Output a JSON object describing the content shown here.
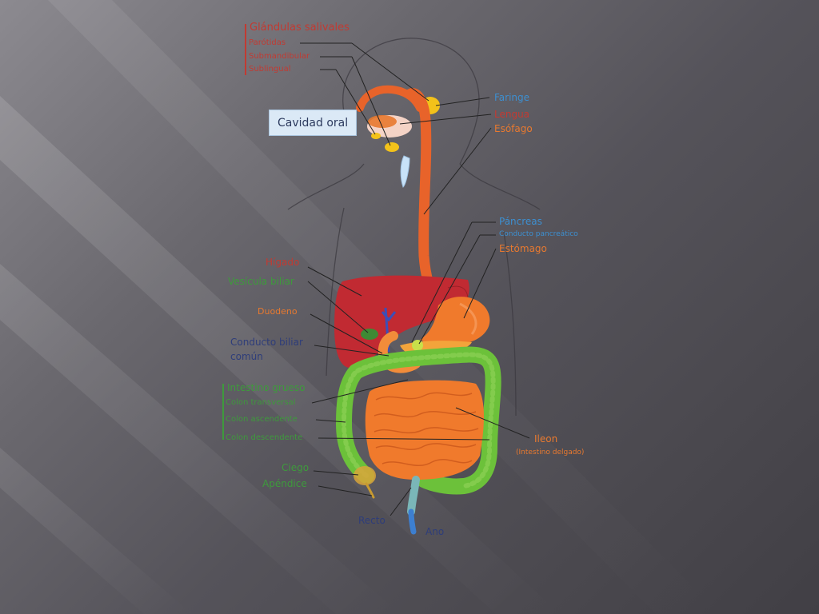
{
  "labels": {
    "glandulas_salivales": "Glándulas salivales",
    "parotidas": "Parótidas",
    "submandibular": "Submandibular",
    "sublingual": "Sublingual",
    "cavidad_oral": "Cavidad oral",
    "faringe": "Faringe",
    "lengua": "Lengua",
    "esofago": "Esófago",
    "pancreas": "Páncreas",
    "conducto_pancreatico": "Conducto pancreático",
    "estomago": "Estómago",
    "higado": "Hígado",
    "vesicula_biliar": "Vesícula biliar",
    "duodeno": "Duodeno",
    "conducto_biliar_1": "Conducto biliar",
    "conducto_biliar_2": "común",
    "intestino_grueso": "Intestino grueso",
    "colon_transversal": "Colon transversal",
    "colon_ascendente": "Colon ascendente",
    "colon_descendente": "Colon descendente",
    "ileon": "Ileon",
    "ileon_sub": "(Intestino delgado)",
    "ciego": "Ciego",
    "apendice": "Apéndice",
    "recto": "Recto",
    "ano": "Ano"
  },
  "colors": {
    "red": "#c23a32",
    "orange": "#e8792f",
    "blue": "#3d8fd0",
    "navy": "#2e3d7a",
    "green": "#3e9a3c"
  }
}
